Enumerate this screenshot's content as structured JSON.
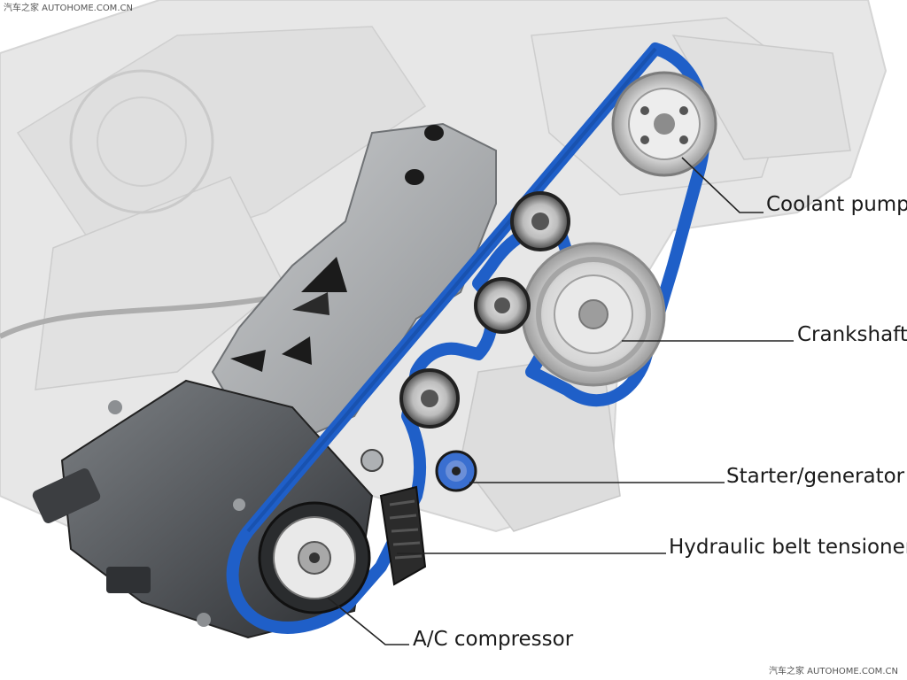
{
  "watermark": {
    "top_left": "汽车之家  AUTOHOME.COM.CN",
    "bottom_right": "汽车之家  AUTOHOME.COM.CN"
  },
  "labels": {
    "coolant_pump": "Coolant pump",
    "crankshaft": "Crankshaft",
    "starter_generator": "Starter/generator",
    "hydraulic_belt_tensioner": "Hydraulic belt tensioner",
    "ac_compressor": "A/C compressor"
  },
  "colors": {
    "belt": "#1f5fc8",
    "engine_ghost": "#d9d9d9",
    "bracket": "#a9abad",
    "compressor": "#5a5d60",
    "leader_line": "#222222"
  }
}
